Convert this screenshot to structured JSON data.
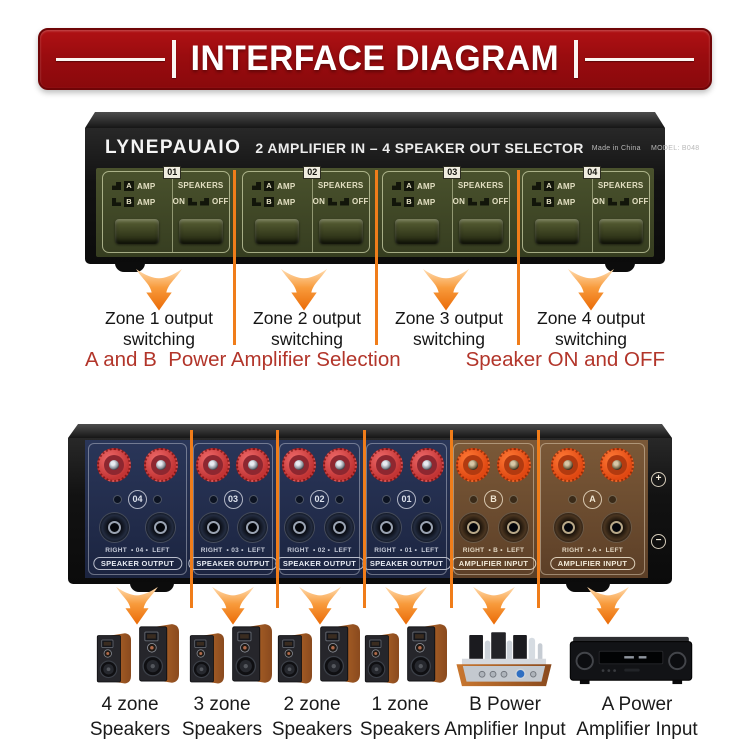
{
  "banner": {
    "title": "INTERFACE DIAGRAM"
  },
  "front_panel": {
    "brand": "LYNEPAUAIO",
    "title": "2 AMPLIFIER IN – 4 SPEAKER OUT SELECTOR",
    "origin": "Made in China",
    "model": "MODEL: B048",
    "zones": [
      {
        "badge": "01",
        "row_a": {
          "letter": "A",
          "label": "AMP"
        },
        "row_b": {
          "letter": "B",
          "label": "AMP"
        },
        "speakers": "SPEAKERS",
        "on": "ON",
        "off": "OFF"
      },
      {
        "badge": "02",
        "row_a": {
          "letter": "A",
          "label": "AMP"
        },
        "row_b": {
          "letter": "B",
          "label": "AMP"
        },
        "speakers": "SPEAKERS",
        "on": "ON",
        "off": "OFF"
      },
      {
        "badge": "03",
        "row_a": {
          "letter": "A",
          "label": "AMP"
        },
        "row_b": {
          "letter": "B",
          "label": "AMP"
        },
        "speakers": "SPEAKERS",
        "on": "ON",
        "off": "OFF"
      },
      {
        "badge": "04",
        "row_a": {
          "letter": "A",
          "label": "AMP"
        },
        "row_b": {
          "letter": "B",
          "label": "AMP"
        },
        "speakers": "SPEAKERS",
        "on": "ON",
        "off": "OFF"
      }
    ]
  },
  "zone_captions": [
    {
      "line1": "Zone 1 output",
      "line2": "switching"
    },
    {
      "line1": "Zone 2 output",
      "line2": "switching"
    },
    {
      "line1": "Zone 3 output",
      "line2": "switching"
    },
    {
      "line1": "Zone 4 output",
      "line2": "switching"
    }
  ],
  "red_caption": {
    "left": "A and B  Power Amplifier Selection",
    "right": "Speaker ON and OFF"
  },
  "rear_panel": {
    "plus": "+",
    "minus": "−",
    "sections": [
      {
        "id": "04",
        "right": "RIGHT",
        "center": "• 04 •",
        "left": "LEFT",
        "label": "SPEAKER OUTPUT"
      },
      {
        "id": "03",
        "right": "RIGHT",
        "center": "• 03 •",
        "left": "LEFT",
        "label": "SPEAKER OUTPUT"
      },
      {
        "id": "02",
        "right": "RIGHT",
        "center": "• 02 •",
        "left": "LEFT",
        "label": "SPEAKER OUTPUT"
      },
      {
        "id": "01",
        "right": "RIGHT",
        "center": "• 01 •",
        "left": "LEFT",
        "label": "SPEAKER OUTPUT"
      },
      {
        "id": "B",
        "right": "RIGHT",
        "center": "• B •",
        "left": "LEFT",
        "label": "AMPLIFIER INPUT"
      },
      {
        "id": "A",
        "right": "RIGHT",
        "center": "• A •",
        "left": "LEFT",
        "label": "AMPLIFIER INPUT"
      }
    ]
  },
  "equipment_labels": [
    {
      "line1": "4 zone",
      "line2": "Speakers"
    },
    {
      "line1": "3 zone",
      "line2": "Speakers"
    },
    {
      "line1": "2 zone",
      "line2": "Speakers"
    },
    {
      "line1": "1 zone",
      "line2": "Speakers"
    },
    {
      "line1": "B Power",
      "line2": "Amplifier Input"
    },
    {
      "line1": "A Power",
      "line2": "Amplifier Input"
    }
  ],
  "colors": {
    "banner_red": "#9a0c0f",
    "divider_orange": "#f07d1a",
    "caption_red": "#b2352a",
    "panel_olive": "#3e4526",
    "output_navy": "#222e4d",
    "input_brown": "#6e4e33",
    "arrow_orange": "#ee7008"
  }
}
